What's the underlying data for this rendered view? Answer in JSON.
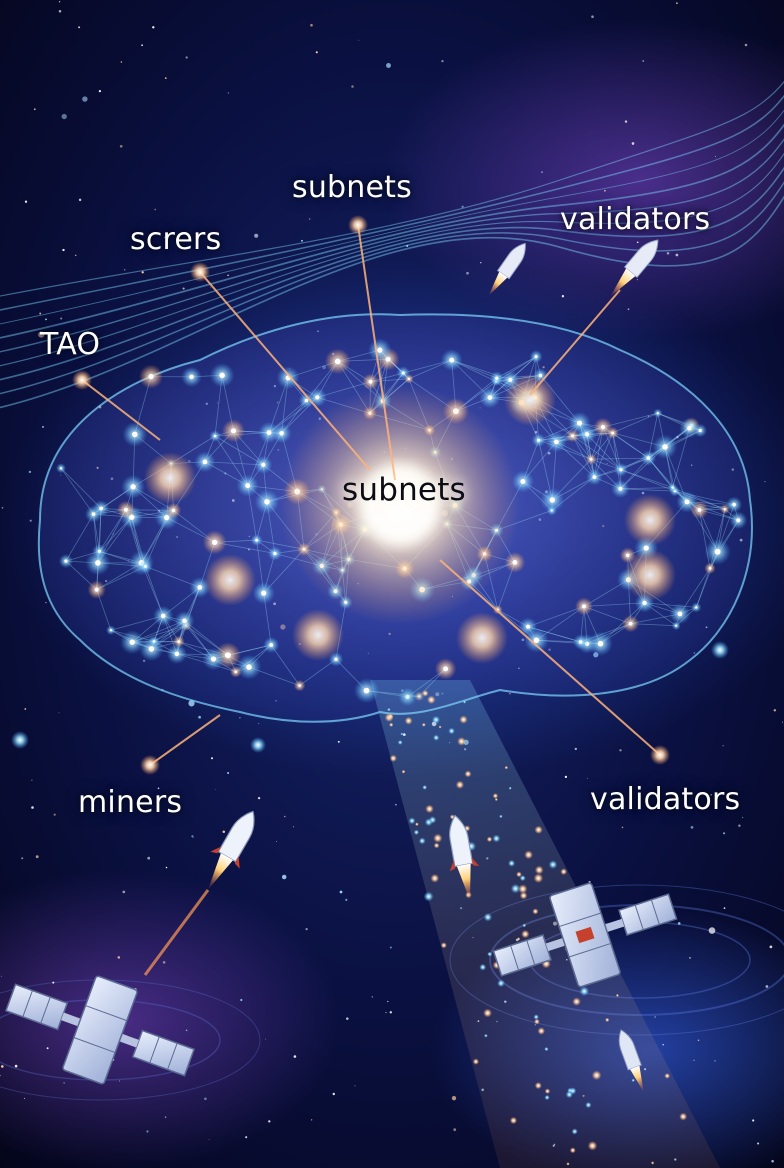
{
  "labels": {
    "subnets_top": "subnets",
    "scrers": "scrers",
    "validators_top": "validators",
    "tao": "TAO",
    "subnets_center": "subnets",
    "miners": "miners",
    "validators_bottom": "validators"
  },
  "colors": {
    "space_background": "#050618",
    "nebula_blue": "#2b59d6",
    "nebula_purple": "#6a3fc4",
    "network_cyan": "#7fd8ff",
    "node_glow_orange": "#ffb36b",
    "core_glow": "#fff6e0",
    "beam_orange": "#ff9a55"
  },
  "icons": [
    "rocket-icon",
    "satellite-icon",
    "network-node-icon",
    "star-icon"
  ]
}
